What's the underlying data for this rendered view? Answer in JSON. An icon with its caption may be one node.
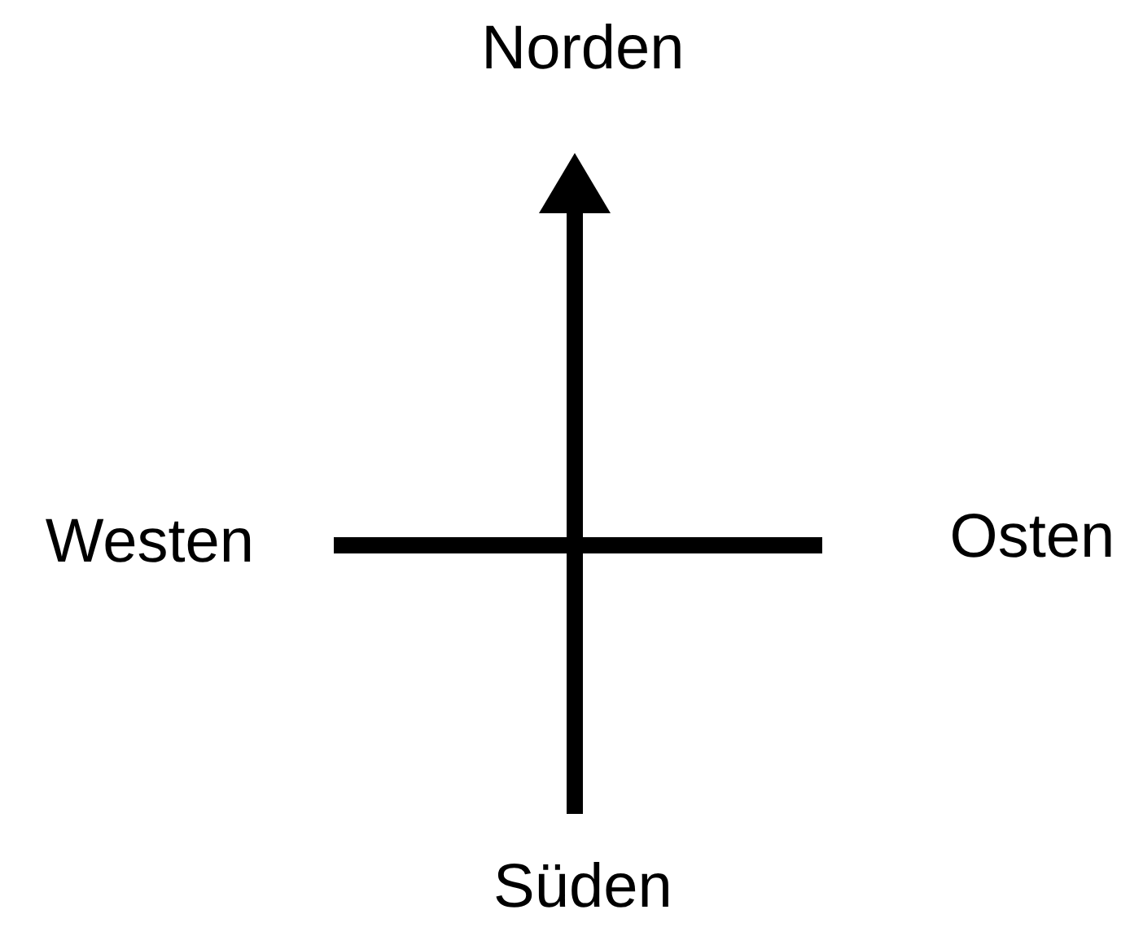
{
  "diagram": {
    "labels": [
      "Norden",
      "Westen",
      "Osten",
      "Süden"
    ]
  }
}
